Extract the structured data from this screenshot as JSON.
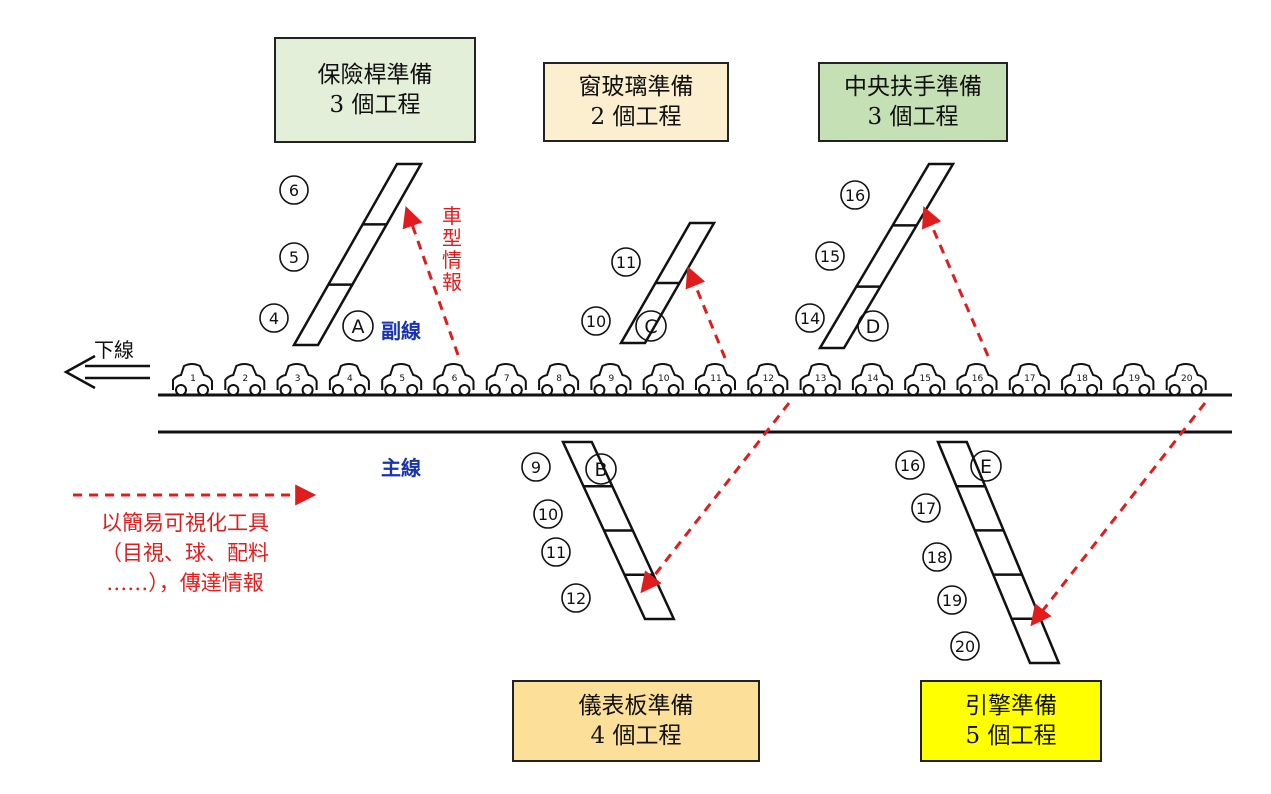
{
  "stations": [
    {
      "id": "bumper",
      "line1": "保險桿準備",
      "line2": "3 個工程",
      "color": "#e3efd9"
    },
    {
      "id": "glass",
      "line1": "窗玻璃準備",
      "line2": "2 個工程",
      "color": "#fcefd0"
    },
    {
      "id": "console",
      "line1": "中央扶手準備",
      "line2": "3 個工程",
      "color": "#c6e0b5"
    },
    {
      "id": "dashboard",
      "line1": "儀表板準備",
      "line2": "4 個工程",
      "color": "#fcdf98"
    },
    {
      "id": "engine",
      "line1": "引擎準備",
      "line2": "5 個工程",
      "color": "#ffff00"
    }
  ],
  "labels": {
    "sub_line": "副線",
    "main_line": "主線",
    "offline": "下線",
    "model_info": "車型情報"
  },
  "legend": {
    "line1": "以簡易可視化工具",
    "line2": "（目視、球、配料",
    "line3": "……），傳達情報"
  },
  "car_numbers": [
    "1",
    "2",
    "3",
    "4",
    "5",
    "6",
    "7",
    "8",
    "9",
    "10",
    "11",
    "12",
    "13",
    "14",
    "15",
    "16",
    "17",
    "18",
    "19",
    "20"
  ],
  "racks": [
    {
      "letter": "A",
      "numbers": [
        "6",
        "5",
        "4"
      ]
    },
    {
      "letter": "C",
      "numbers": [
        "11",
        "10"
      ]
    },
    {
      "letter": "D",
      "numbers": [
        "16",
        "15",
        "14"
      ]
    },
    {
      "letter": "B",
      "numbers": [
        "9",
        "10",
        "11",
        "12"
      ]
    },
    {
      "letter": "E",
      "numbers": [
        "16",
        "17",
        "18",
        "19",
        "20"
      ]
    }
  ],
  "colors": {
    "arrow": "#e01c1c",
    "line": "#111111",
    "label_blue": "#1a33b0"
  }
}
